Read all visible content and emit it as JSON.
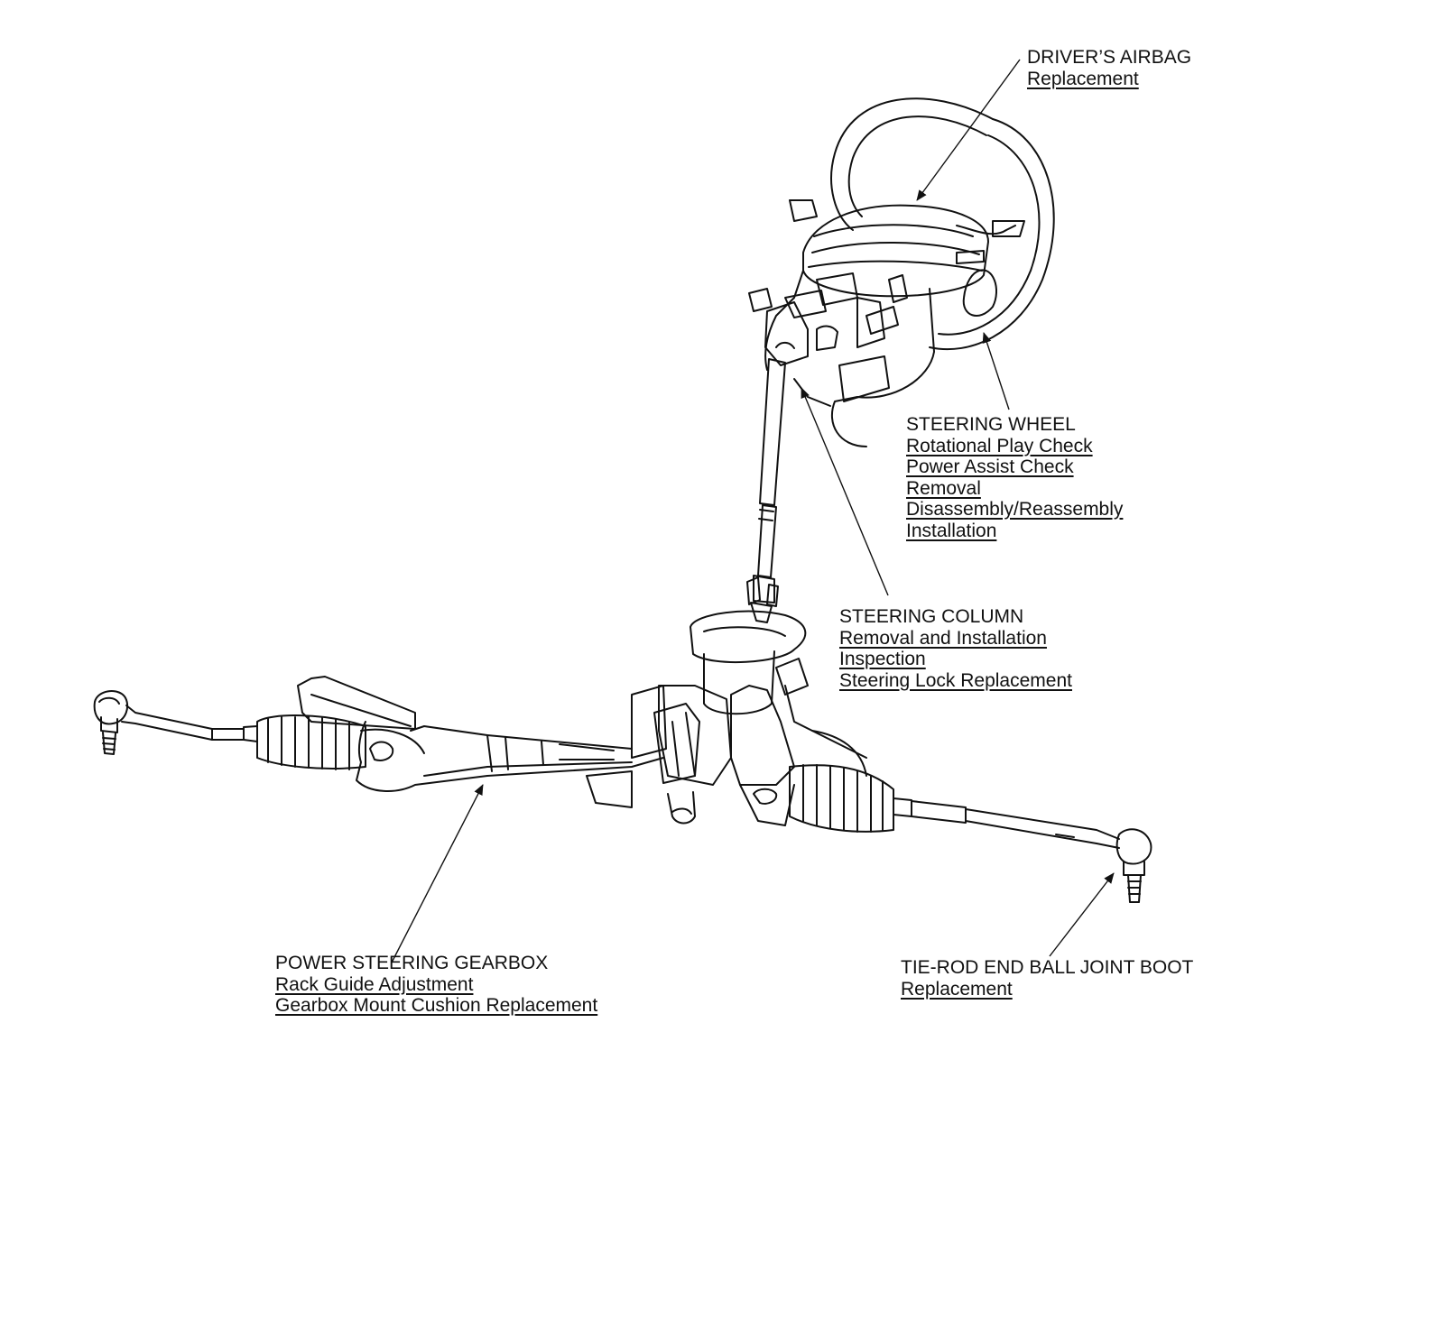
{
  "callouts": {
    "drivers_airbag": {
      "title": "DRIVER’S AIRBAG",
      "links": [
        "Replacement"
      ]
    },
    "steering_wheel": {
      "title": "STEERING WHEEL",
      "links": [
        "Rotational Play Check",
        "Power Assist Check",
        "Removal",
        "Disassembly/Reassembly",
        "Installation"
      ]
    },
    "steering_column": {
      "title": "STEERING COLUMN",
      "links": [
        "Removal and Installation",
        "Inspection",
        "Steering Lock Replacement"
      ]
    },
    "power_steering_gearbox": {
      "title": "POWER STEERING GEARBOX",
      "links": [
        "Rack Guide Adjustment",
        "Gearbox Mount Cushion Replacement"
      ]
    },
    "tie_rod_end": {
      "title": "TIE-ROD END BALL JOINT BOOT",
      "links": [
        "Replacement"
      ]
    }
  }
}
